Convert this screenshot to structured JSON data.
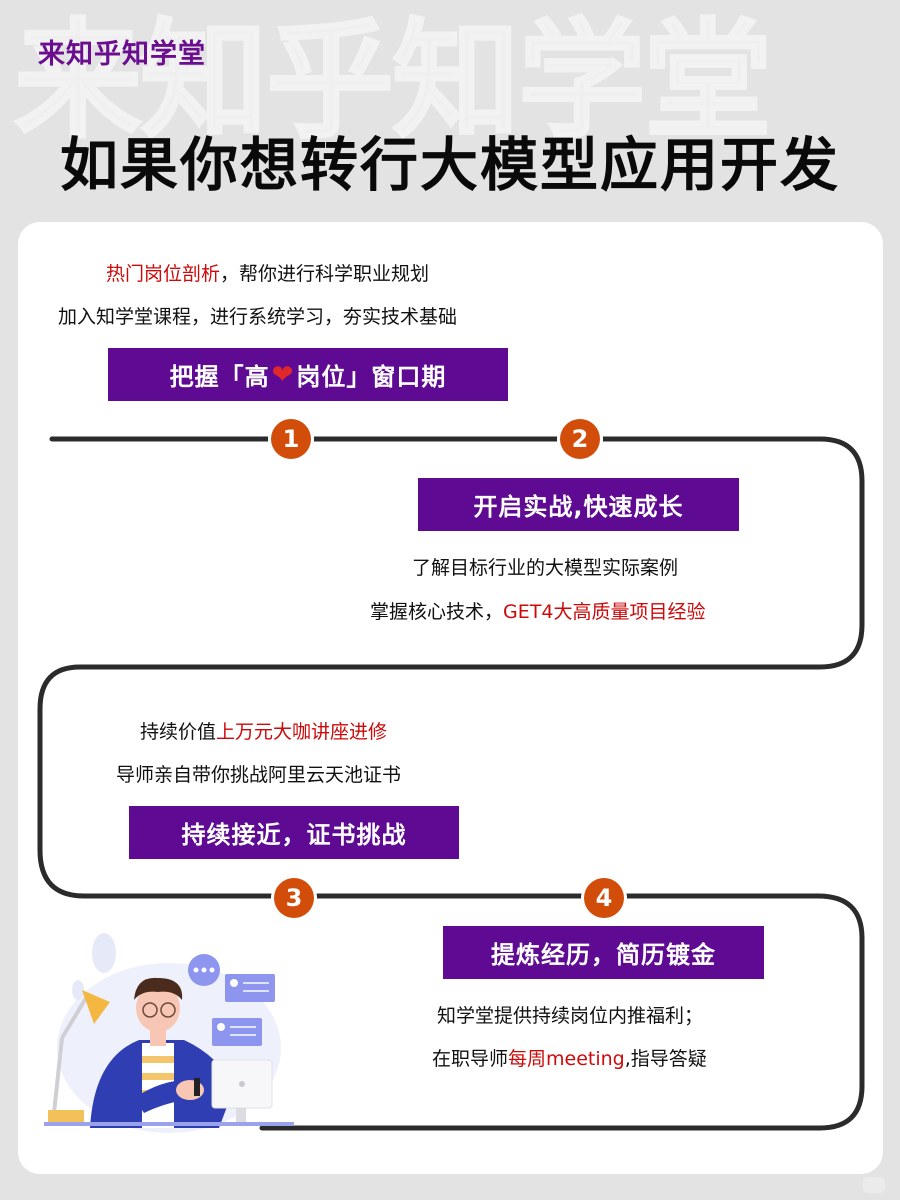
{
  "header": {
    "watermark": "来知乎知学堂",
    "brand": "来知乎知学堂",
    "title": "如果你想转行大模型应用开发"
  },
  "colors": {
    "brand_purple": "#6a0e8f",
    "banner_purple": "#5e0a93",
    "badge_orange": "#d24c0a",
    "highlight_red": "#cc0a0a",
    "path_line": "#2b2b2b",
    "page_bg": "#e3e3e3",
    "card_bg": "#ffffff"
  },
  "steps": [
    {
      "number": "1",
      "banner_parts": [
        "把握「高",
        "❤",
        "岗位」窗口期"
      ],
      "lines": [
        {
          "red": "热门岗位剖析",
          "normal": "，帮你进行科学职业规划"
        },
        {
          "normal": "加入知学堂课程，进行系统学习，夯实技术基础"
        }
      ]
    },
    {
      "number": "2",
      "banner": "开启实战,快速成长",
      "lines": [
        {
          "normal": "了解目标行业的大模型实际案例"
        },
        {
          "normal": "掌握核心技术，",
          "red": "GET4大高质量项目经验"
        }
      ]
    },
    {
      "number": "3",
      "banner": "持续接近，证书挑战",
      "lines": [
        {
          "normal": "持续价值",
          "red": "上万元大咖讲座进修"
        },
        {
          "normal": "导师亲自带你挑战阿里云天池证书"
        }
      ]
    },
    {
      "number": "4",
      "banner": "提炼经历，简历镀金",
      "lines": [
        {
          "normal": "知学堂提供持续岗位内推福利；"
        },
        {
          "normal_before": "在职导师",
          "red": "每周meeting",
          "normal_after": ",指导答疑"
        }
      ]
    }
  ],
  "illustration": {
    "icon": "person-checking-watch-illustration"
  }
}
